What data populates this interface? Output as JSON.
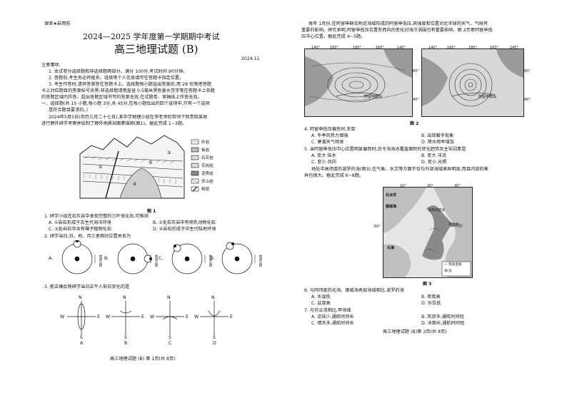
{
  "header": {
    "secret": "保密★启用前",
    "title_line1": "2024—2025 学年度第一学期期中考试",
    "title_line2": "高三地理试题 (B)",
    "date": "2024.11"
  },
  "notes": {
    "heading": "注意事项:",
    "items": [
      "1. 本试卷分选择题和非选择题两部分。满分 100分,考试时间 90分钟。",
      "2. 答题前,考生务必将姓名、班级等个人信息填写在答题卡指定位置。",
      "3. 考生作答时,请将答案答在答题卡上。选择题每小题选出答案后,用 2B 铅笔把答题",
      "卡上对应题目的答案标号涂黑;非选择题请用直径 0.5毫米黑色墨水签字笔在答题卡上各题",
      "的答题区域内作答。超出答题区域书写的答案无效,在试题卷、草稿纸上作答无效。"
    ]
  },
  "section1": {
    "line1": "一、选择题(共 15 小题,每小题 3分,共 45分,在每小题给出的四个选项中,只有一个选项",
    "line2": "是符合题目要求的。)"
  },
  "intro1": {
    "line1": "2024年5月5日(农历三月二十七日),某中学地理小组在李老师的带领下到贵阳某地",
    "line2": "进行野外研学考察并绘制了野外地质剖面素描图(图1)。据此完成 1~3题。"
  },
  "fig1": {
    "legend": [
      "砂岩",
      "板岩",
      "石灰岩",
      "花岗岩",
      "变质岩",
      "安山岩",
      "断层"
    ],
    "caption": "图 1"
  },
  "q1": {
    "stem": "1. 研学小组在石灰岩中发现完整的三叶虫化石,可推测",
    "options": [
      "A. ①岩石形成于古生代海洋环境",
      "B. ②处石灰岩中有喷乳动物化石",
      "C. ③处岩石中含有裸子植物化石",
      "D. ④岩石形成于中生代陆地环境"
    ]
  },
  "q2": {
    "stem": "2. 研学当日,日、地、月三者相对位置关系为",
    "options": [
      "A.",
      "B.",
      "C.",
      "D."
    ],
    "tags": [
      "地球公转",
      "地球公转",
      "地球公转",
      "地球公转"
    ]
  },
  "q3": {
    "stem": "3. 能正确反映研学当日正午人影日变化的是",
    "compass": [
      "N",
      "S",
      "E",
      "W"
    ],
    "labels": [
      "A",
      "B",
      "C",
      "D"
    ]
  },
  "footer_left": "高三地理试题 (B) 第 1页(共 8页)",
  "intro2": {
    "lines": [
      "每年 1月份,在阿留申群岛附近海域形成的阿留申低压,其强度和位置对北半球的天气、气候有",
      "重要的影响。研究表明,阿留申低压位置东西向的变化对海冷涡围也有重要影响。图 2示意阿留申低",
      "压中心位置。据此完成 4~5题。"
    ]
  },
  "fig2": {
    "lon": [
      "140°",
      "160°",
      "180°",
      "160°",
      "140°"
    ],
    "lon2": [
      "140°",
      "160°",
      "180°",
      "160°",
      "140°"
    ],
    "lat": [
      "60°",
      "40°",
      "60°",
      "40°"
    ],
    "places": [
      "阿留申群岛",
      "阿留申群岛"
    ],
    "caption": "图 2"
  },
  "q4": {
    "stem": "4. 阿留申低压偏东时,东亚",
    "options": [
      "A. 冬季风势力增强",
      "B. 出现暖冬现象",
      "C. 寒潮天气频发",
      "D. 降水频率增加"
    ]
  },
  "q5": {
    "stem": "5. 当阿留申低压中心位置明显偏西时,白令海海冰覆盖面积的变化趋势及主导因素是",
    "options": [
      "A. 变大   陆水",
      "B. 变大   洋流",
      "C. 变小   风向",
      "D. 变小   光照"
    ]
  },
  "intro3": {
    "lines": [
      "地处中高纬度的波罗的海(图3),在气象、水文等方面不仅与外部海域差异明显,而且内部的差",
      "异也很大。据此完成 6~8题。"
    ]
  },
  "fig3": {
    "lon": [
      "10°",
      "20°",
      "30°"
    ],
    "lat": [
      "60°"
    ],
    "places": [
      "北冰洋",
      "挪威海",
      "北海",
      "波的尼亚湾",
      "芬兰湾"
    ],
    "legend": [
      "一 等盐度线",
      "湖 泊"
    ],
    "caption": "图 3"
  },
  "q6": {
    "stem": "6. 与同纬度的北海、挪威海表层海域相比,波罗的海",
    "options": [
      "A. 水温低",
      "B. 密度高",
      "C. 盐度高",
      "D. 水位低"
    ]
  },
  "q7": {
    "stem": "7. 与芬兰湾相比,甲海域",
    "options": [
      "A. 淀结少,通航时间长",
      "B. 风浪多,通航时间短",
      "C. 晴天多,通航时间长",
      "D. 冰期长,通航时间短"
    ]
  },
  "footer_right": "高三地理试题 (B)第 2页(共 8页)"
}
